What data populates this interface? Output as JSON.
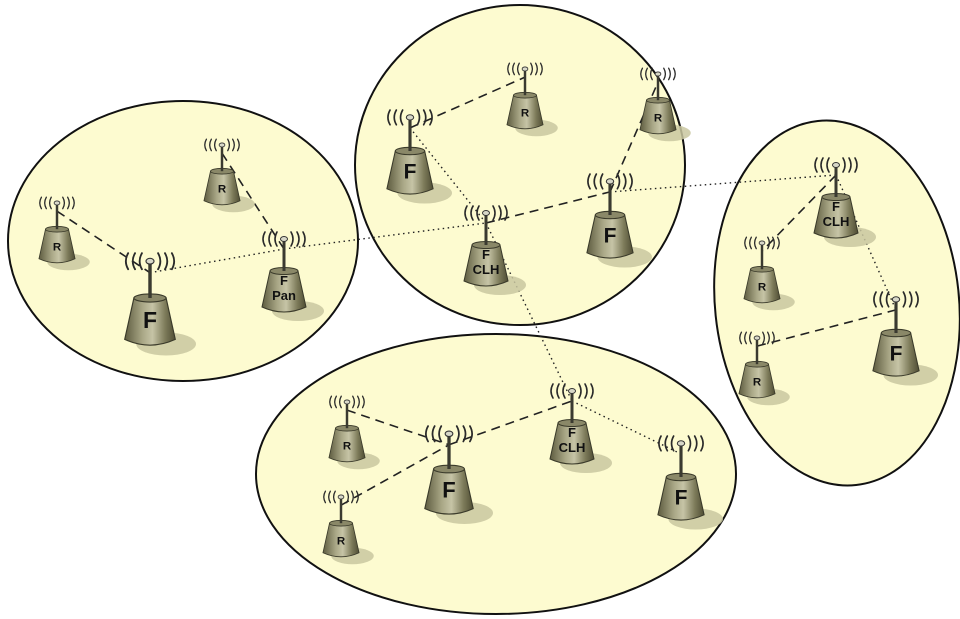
{
  "colors": {
    "cluster_fill": "#fdfbd0",
    "device_body": "#7d7b5a",
    "device_highlight": "#c2c0a0"
  },
  "clusters": [
    {
      "id": "left-cluster"
    },
    {
      "id": "top-cluster"
    },
    {
      "id": "right-cluster"
    },
    {
      "id": "bottom-cluster"
    }
  ],
  "nodes": [
    {
      "id": "L-R1",
      "role": "reduced-function device",
      "label": [
        "R"
      ]
    },
    {
      "id": "L-R2",
      "role": "reduced-function device",
      "label": [
        "R"
      ]
    },
    {
      "id": "L-F",
      "role": "full-function device",
      "label": [
        "F"
      ]
    },
    {
      "id": "L-PAN",
      "role": "PAN coordinator",
      "label": [
        "F",
        "Pan"
      ]
    },
    {
      "id": "T-F1",
      "role": "full-function device",
      "label": [
        "F"
      ]
    },
    {
      "id": "T-R1",
      "role": "reduced-function device",
      "label": [
        "R"
      ]
    },
    {
      "id": "T-R2",
      "role": "reduced-function device",
      "label": [
        "R"
      ]
    },
    {
      "id": "T-CLH",
      "role": "cluster head",
      "label": [
        "F",
        "CLH"
      ]
    },
    {
      "id": "T-F2",
      "role": "full-function device",
      "label": [
        "F"
      ]
    },
    {
      "id": "RT-CLH",
      "role": "cluster head",
      "label": [
        "F",
        "CLH"
      ]
    },
    {
      "id": "RT-R1",
      "role": "reduced-function device",
      "label": [
        "R"
      ]
    },
    {
      "id": "RT-R2",
      "role": "reduced-function device",
      "label": [
        "R"
      ]
    },
    {
      "id": "RT-F",
      "role": "full-function device",
      "label": [
        "F"
      ]
    },
    {
      "id": "B-R1",
      "role": "reduced-function device",
      "label": [
        "R"
      ]
    },
    {
      "id": "B-R2",
      "role": "reduced-function device",
      "label": [
        "R"
      ]
    },
    {
      "id": "B-F1",
      "role": "full-function device",
      "label": [
        "F"
      ]
    },
    {
      "id": "B-CLH",
      "role": "cluster head",
      "label": [
        "F",
        "CLH"
      ]
    },
    {
      "id": "B-F2",
      "role": "full-function device",
      "label": [
        "F"
      ]
    }
  ],
  "links": [
    {
      "from": "L-R1",
      "to": "L-F",
      "style": "dashed"
    },
    {
      "from": "L-R2",
      "to": "L-PAN",
      "style": "dashed"
    },
    {
      "from": "L-F",
      "to": "L-PAN",
      "style": "dotted"
    },
    {
      "from": "L-PAN",
      "to": "T-CLH",
      "style": "dotted"
    },
    {
      "from": "T-F1",
      "to": "T-R1",
      "style": "dashed"
    },
    {
      "from": "T-F1",
      "to": "T-CLH",
      "style": "dotted"
    },
    {
      "from": "T-CLH",
      "to": "T-F2",
      "style": "dashed"
    },
    {
      "from": "T-F2",
      "to": "T-R2",
      "style": "dashed"
    },
    {
      "from": "T-F2",
      "to": "RT-CLH",
      "style": "dotted"
    },
    {
      "from": "T-CLH",
      "to": "B-CLH",
      "style": "dotted"
    },
    {
      "from": "RT-CLH",
      "to": "RT-R1",
      "style": "dashed"
    },
    {
      "from": "RT-CLH",
      "to": "RT-F",
      "style": "dotted"
    },
    {
      "from": "RT-R2",
      "to": "RT-F",
      "style": "dashed"
    },
    {
      "from": "B-R1",
      "to": "B-F1",
      "style": "dashed"
    },
    {
      "from": "B-R2",
      "to": "B-F1",
      "style": "dashed"
    },
    {
      "from": "B-F1",
      "to": "B-CLH",
      "style": "dashed"
    },
    {
      "from": "B-CLH",
      "to": "B-F2",
      "style": "dotted"
    }
  ]
}
